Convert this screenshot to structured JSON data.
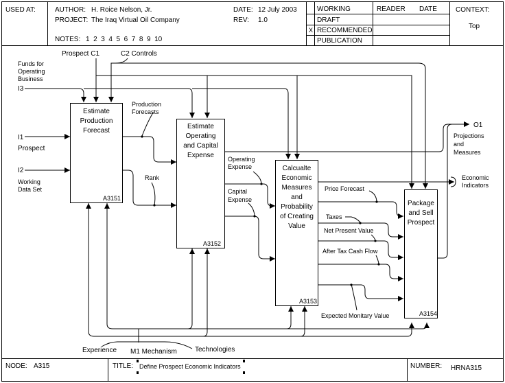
{
  "header": {
    "used_at_label": "USED AT:",
    "author_label": "AUTHOR:",
    "author_value": "H. Roice Nelson, Jr.",
    "project_label": "PROJECT:",
    "project_value": "The Iraq Virtual Oil Company",
    "date_label": "DATE:",
    "date_value": "12 July 2003",
    "rev_label": "REV:",
    "rev_value": "1.0",
    "notes_label": "NOTES:",
    "notes_numbers": "1  2  3  4  5  6  7  8  9  10",
    "status": [
      "WORKING",
      "DRAFT",
      "RECOMMENDED",
      "PUBLICATION"
    ],
    "status_mark": "X",
    "reader_label": "READER",
    "reader_date_label": "DATE",
    "context_label": "CONTEXT:",
    "context_value": "Top"
  },
  "footer": {
    "node_label": "NODE:",
    "node_value": "A315",
    "title_label": "TITLE:",
    "title_value": "Define Prospect Economic Indicators",
    "number_label": "NUMBER:",
    "number_value": "HRNA315"
  },
  "boxes": [
    {
      "id": "a3151",
      "lines": [
        "Estimate",
        "Production",
        "Forecast"
      ],
      "node": "A3151"
    },
    {
      "id": "a3152",
      "lines": [
        "Estimate",
        "Operating",
        "and Capital",
        "Expense"
      ],
      "node": "A3152"
    },
    {
      "id": "a3153",
      "lines": [
        "Calcualte",
        "Economic",
        "Measures",
        "and",
        "Probability",
        "of Creating",
        "Value"
      ],
      "node": "A3153"
    },
    {
      "id": "a3154",
      "lines": [
        "Package",
        "and Sell",
        "Prospect"
      ],
      "node": "A3154"
    }
  ],
  "labels": {
    "prospect_c1": "Prospect C1",
    "controls_c2": "C2  Controls",
    "funds": [
      "Funds for",
      "Operating",
      "Business"
    ],
    "i3": "I3",
    "i1": "I1",
    "prospect": "Prospect",
    "i2": "I2",
    "working_data_set": [
      "Working",
      "Data Set"
    ],
    "production_forecasts": [
      "Production",
      "Forecasts"
    ],
    "rank": "Rank",
    "operating_expense": [
      "Operating",
      "Expense"
    ],
    "capital_expense": [
      "Capital",
      "Expense"
    ],
    "price_forecast": "Price Forecast",
    "taxes": "Taxes",
    "net_present_value": "Net Present Value",
    "after_tax_cash_flow": "After Tax Cash Flow",
    "expected_monitary_value": "Expected Monitary Value",
    "o1": "O1",
    "projections": [
      "Projections",
      "and",
      "Measures"
    ],
    "economic_indicators": [
      "Economic",
      "Indicators"
    ],
    "experience": "Experience",
    "m1_mechanism": "M1  Mechanism",
    "technologies": "Technologies"
  }
}
